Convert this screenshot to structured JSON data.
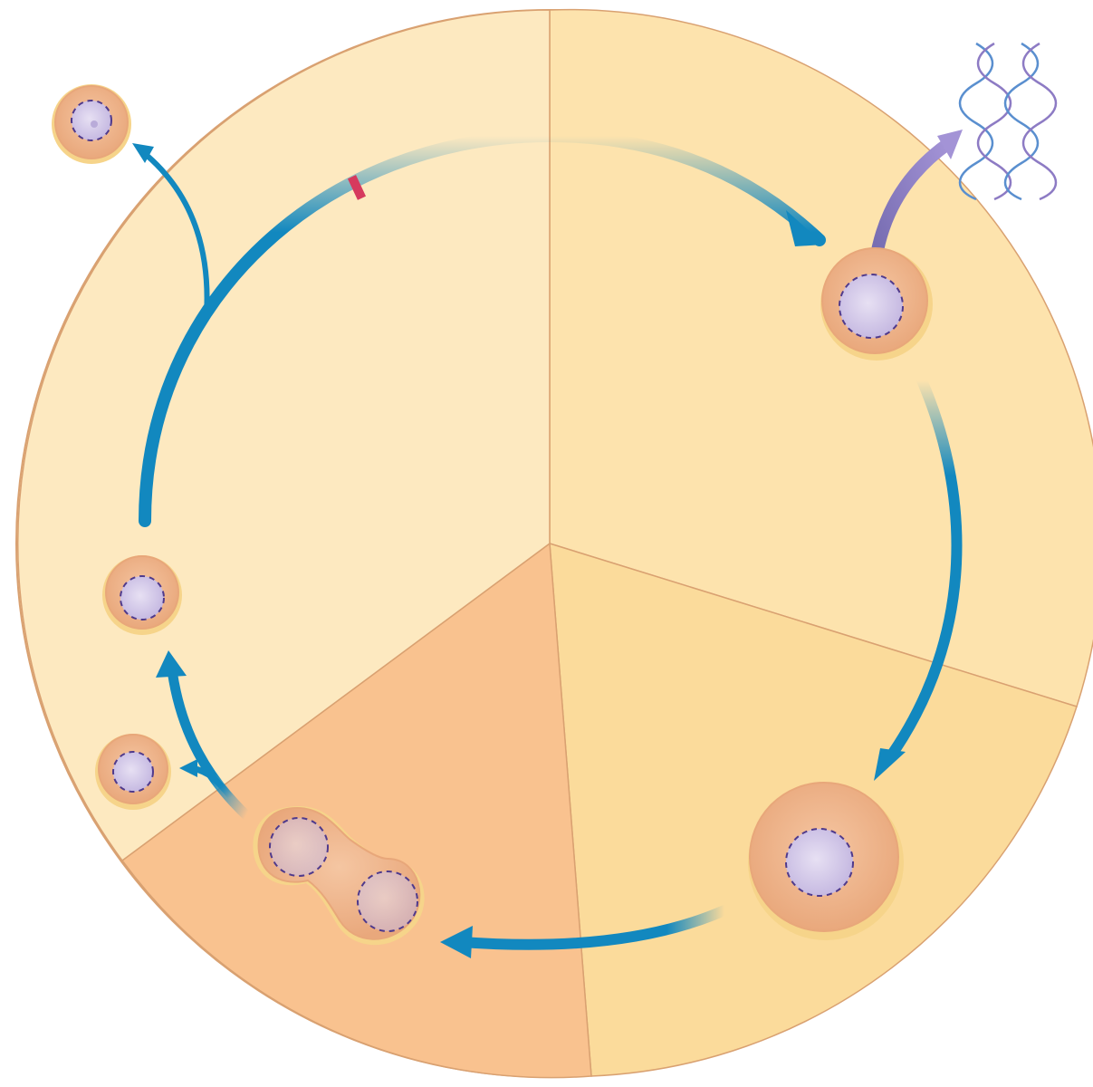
{
  "diagram": {
    "kind": "cell-cycle",
    "labels": [],
    "icons": [
      {
        "name": "dna-double-helix-icon",
        "count": 2
      },
      {
        "name": "cell-icon"
      },
      {
        "name": "restriction-checkpoint-marker"
      },
      {
        "name": "cycle-arrow-icon"
      },
      {
        "name": "exit-arrow-icon"
      }
    ],
    "colors": {
      "sector_light": "#fde5b4",
      "sector_mid": "#fbdb9b",
      "sector_dark": "#f9c28f",
      "sector_outline": "#d9a171",
      "arrow_blue": "#1288bf",
      "dna_arrow": "#8d7bc4",
      "checkpoint_red": "#d63a5e",
      "cell_fill": "#f2b88e",
      "cell_rim": "#f6d48a",
      "nucleus_fill": "#d6cdea",
      "nucleus_outline": "#4f3a8c",
      "dna_strand_a": "#5a8fcf",
      "dna_strand_b": "#8d7bc4"
    }
  }
}
